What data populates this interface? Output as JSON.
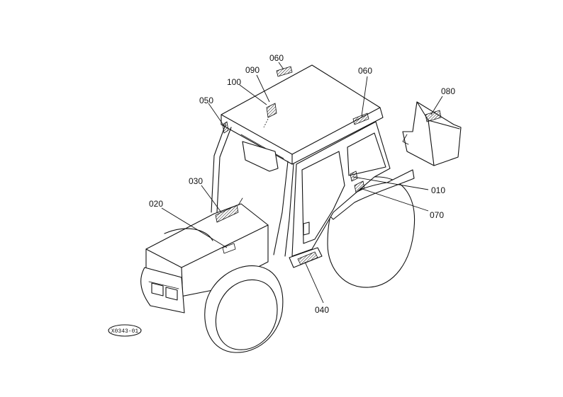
{
  "callouts": [
    {
      "id": "060a",
      "label": "060"
    },
    {
      "id": "090",
      "label": "090"
    },
    {
      "id": "100",
      "label": "100"
    },
    {
      "id": "050",
      "label": "050"
    },
    {
      "id": "060b",
      "label": "060"
    },
    {
      "id": "080",
      "label": "080"
    },
    {
      "id": "030",
      "label": "030"
    },
    {
      "id": "020",
      "label": "020"
    },
    {
      "id": "010",
      "label": "010"
    },
    {
      "id": "070",
      "label": "070"
    },
    {
      "id": "040",
      "label": "040"
    }
  ],
  "reference_code": "X0343-01"
}
